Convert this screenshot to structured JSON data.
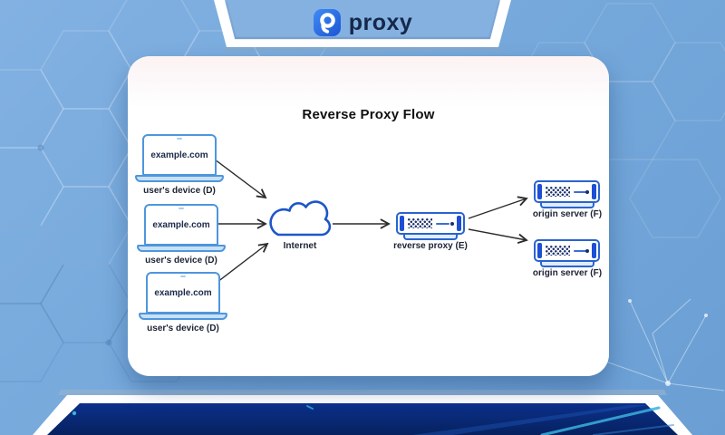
{
  "header": {
    "brand": "proxy"
  },
  "card": {
    "title": "Reverse Proxy Flow",
    "devices": [
      {
        "screen": "example.com",
        "label": "user's device (D)"
      },
      {
        "screen": "example.com",
        "label": "user's device (D)"
      },
      {
        "screen": "example.com",
        "label": "user's device (D)"
      }
    ],
    "internet": {
      "label": "Internet"
    },
    "proxy": {
      "label": "reverse proxy (E)"
    },
    "origins": [
      {
        "label": "origin server (F)"
      },
      {
        "label": "origin server (F)"
      }
    ]
  },
  "colors": {
    "background": "#74a7da",
    "accent_blue": "#1d4fd6",
    "device_border": "#4e96dc",
    "server_border": "#2a63cf",
    "cloud_stroke": "#1e56c8",
    "arrow": "#2b2b2b",
    "panel_navy": "#0c318c",
    "logo_blue": "#2e7ceb",
    "brand_text_color": "#15284b"
  }
}
